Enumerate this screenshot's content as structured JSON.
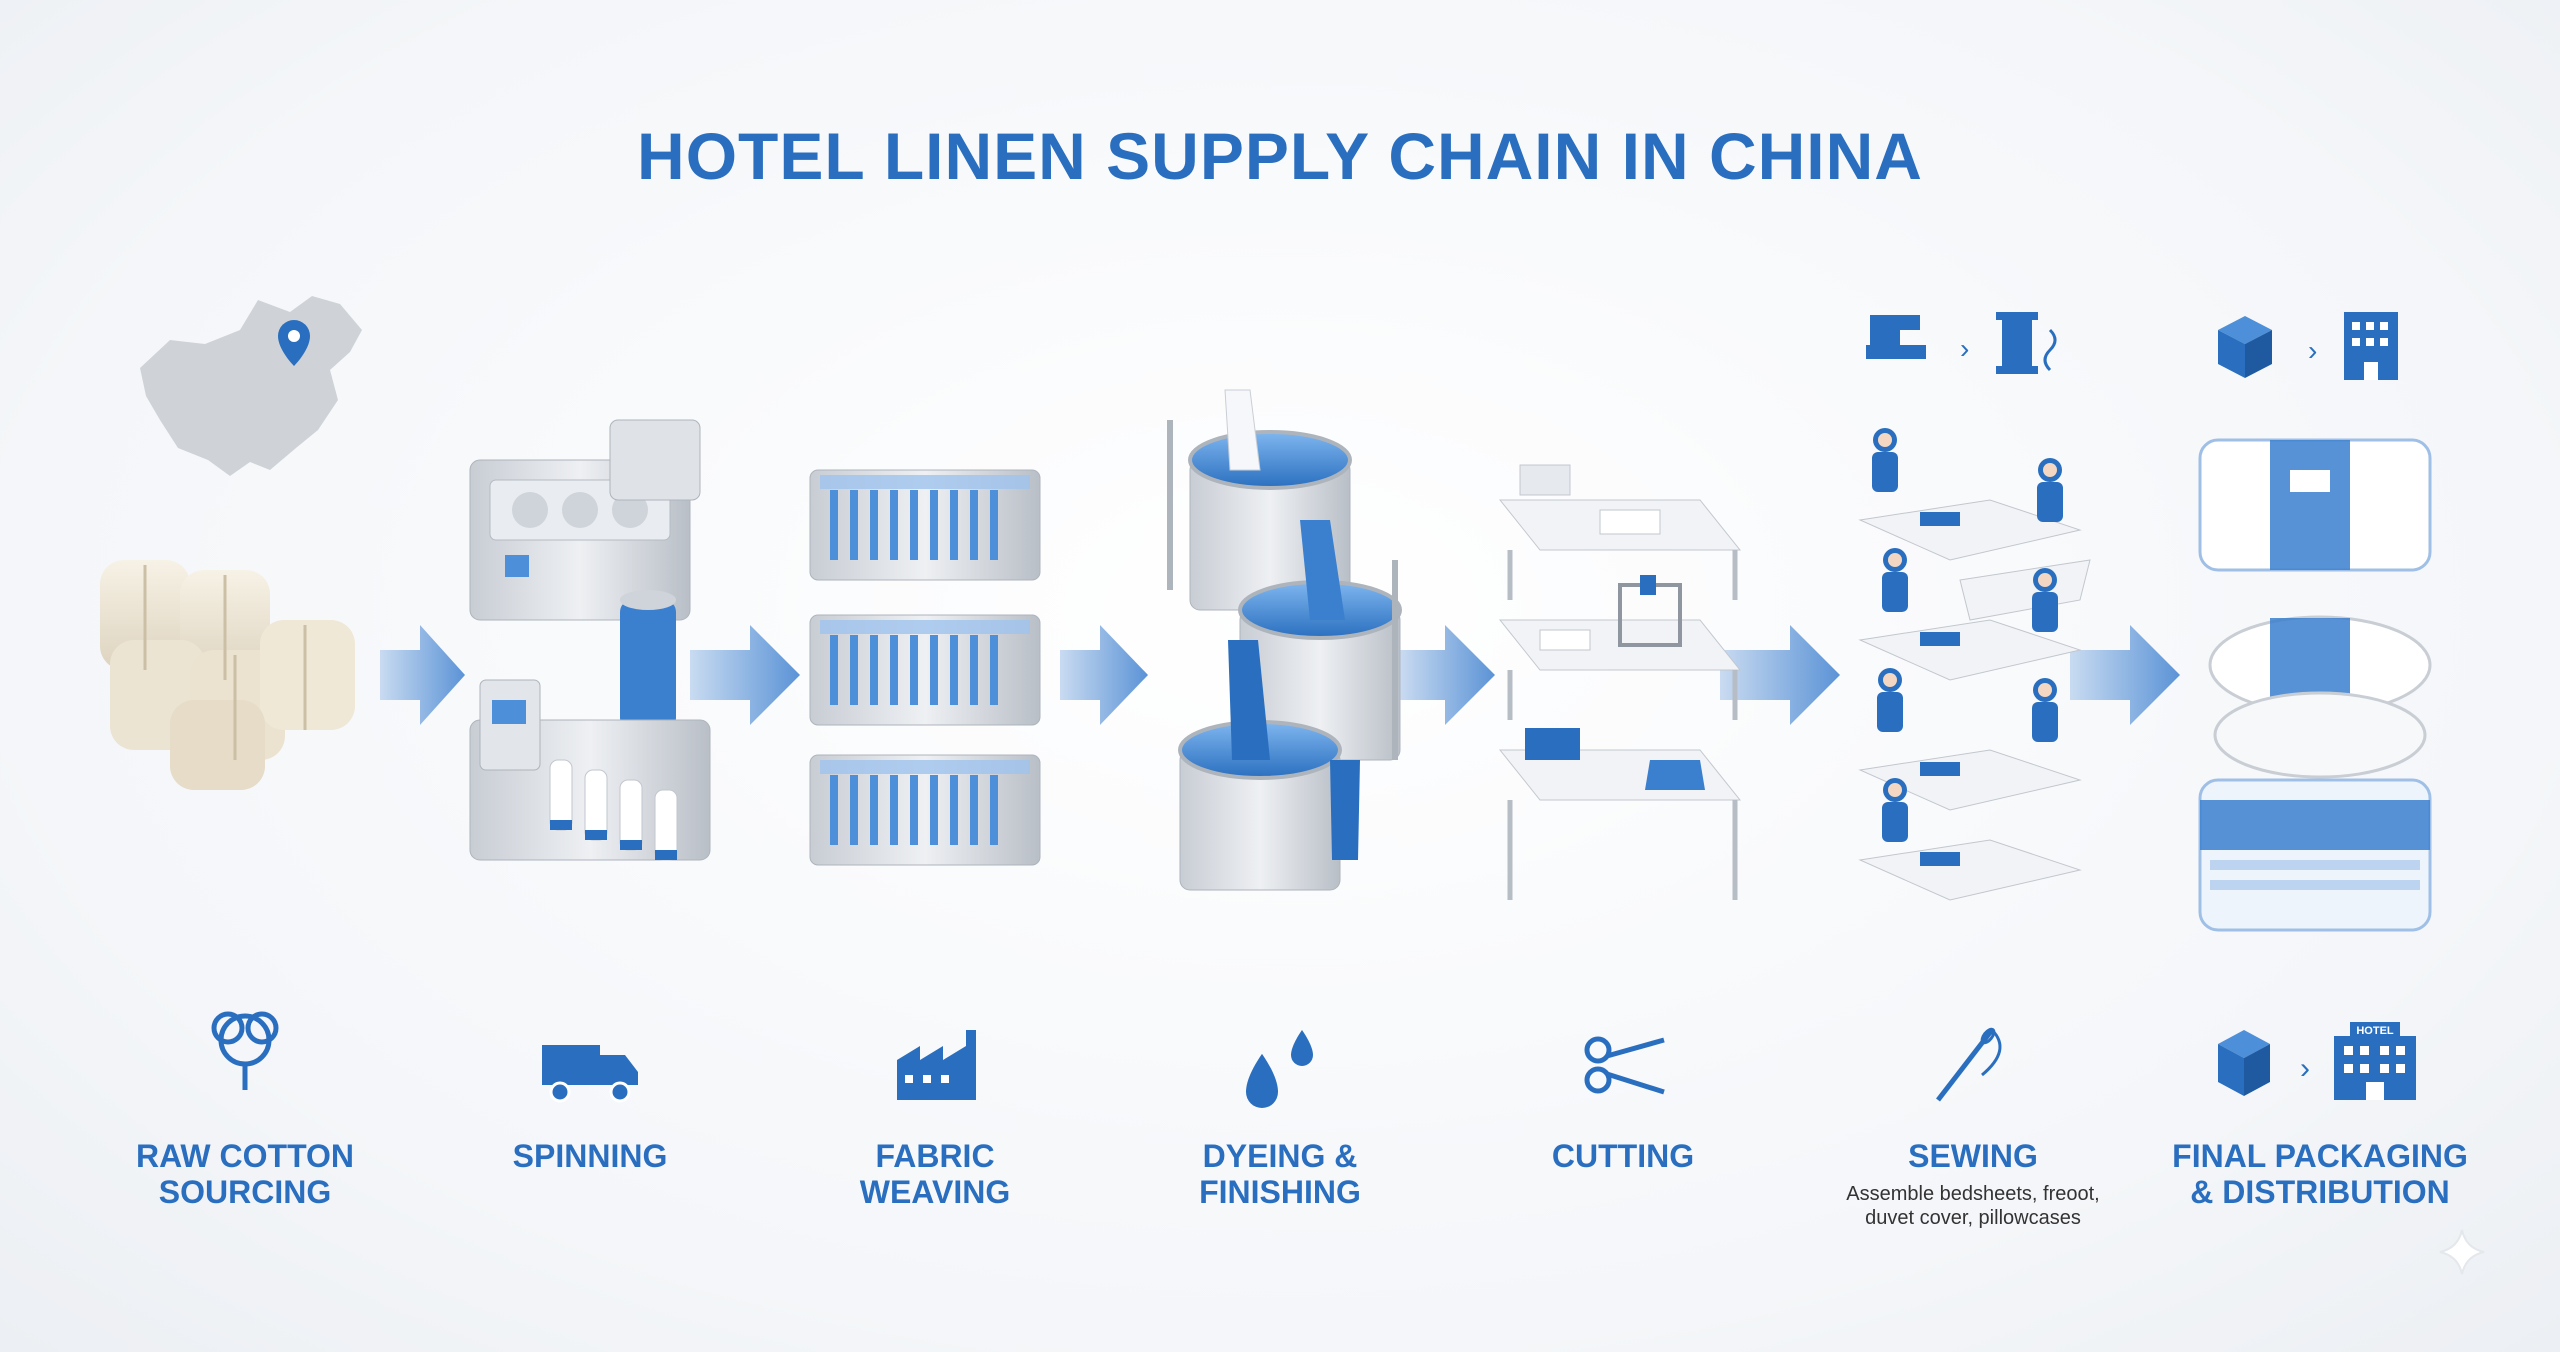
{
  "title": "HOTEL LINEN SUPPLY CHAIN IN CHINA",
  "colors": {
    "accent": "#2a6fbf",
    "accent_light": "#4d8fd8",
    "arrow": "#7fa9dc",
    "machine": "#d9dde3"
  },
  "stages": [
    {
      "key": "raw-cotton",
      "line1": "RAW COTTON",
      "line2": "SOURCING",
      "icon": "cotton-icon"
    },
    {
      "key": "spinning",
      "line1": "SPINNING",
      "line2": "",
      "icon": "truck-icon"
    },
    {
      "key": "weaving",
      "line1": "FABRIC",
      "line2": "WEAVING",
      "icon": "factory-icon"
    },
    {
      "key": "dyeing",
      "line1": "DYEING &",
      "line2": "FINISHING",
      "icon": "water-drops-icon"
    },
    {
      "key": "cutting",
      "line1": "CUTTING",
      "line2": "",
      "icon": "scissors-icon"
    },
    {
      "key": "sewing",
      "line1": "SEWING",
      "line2": "",
      "icon": "needle-icon",
      "sub1": "Assemble bedsheets, freoot,",
      "sub2": "duvet cover, pillowcases"
    },
    {
      "key": "packaging",
      "line1": "FINAL PACKAGING",
      "line2": "& DISTRIBUTION",
      "icon": "box-to-hotel-icon",
      "hotel_sign": "HOTEL"
    }
  ]
}
